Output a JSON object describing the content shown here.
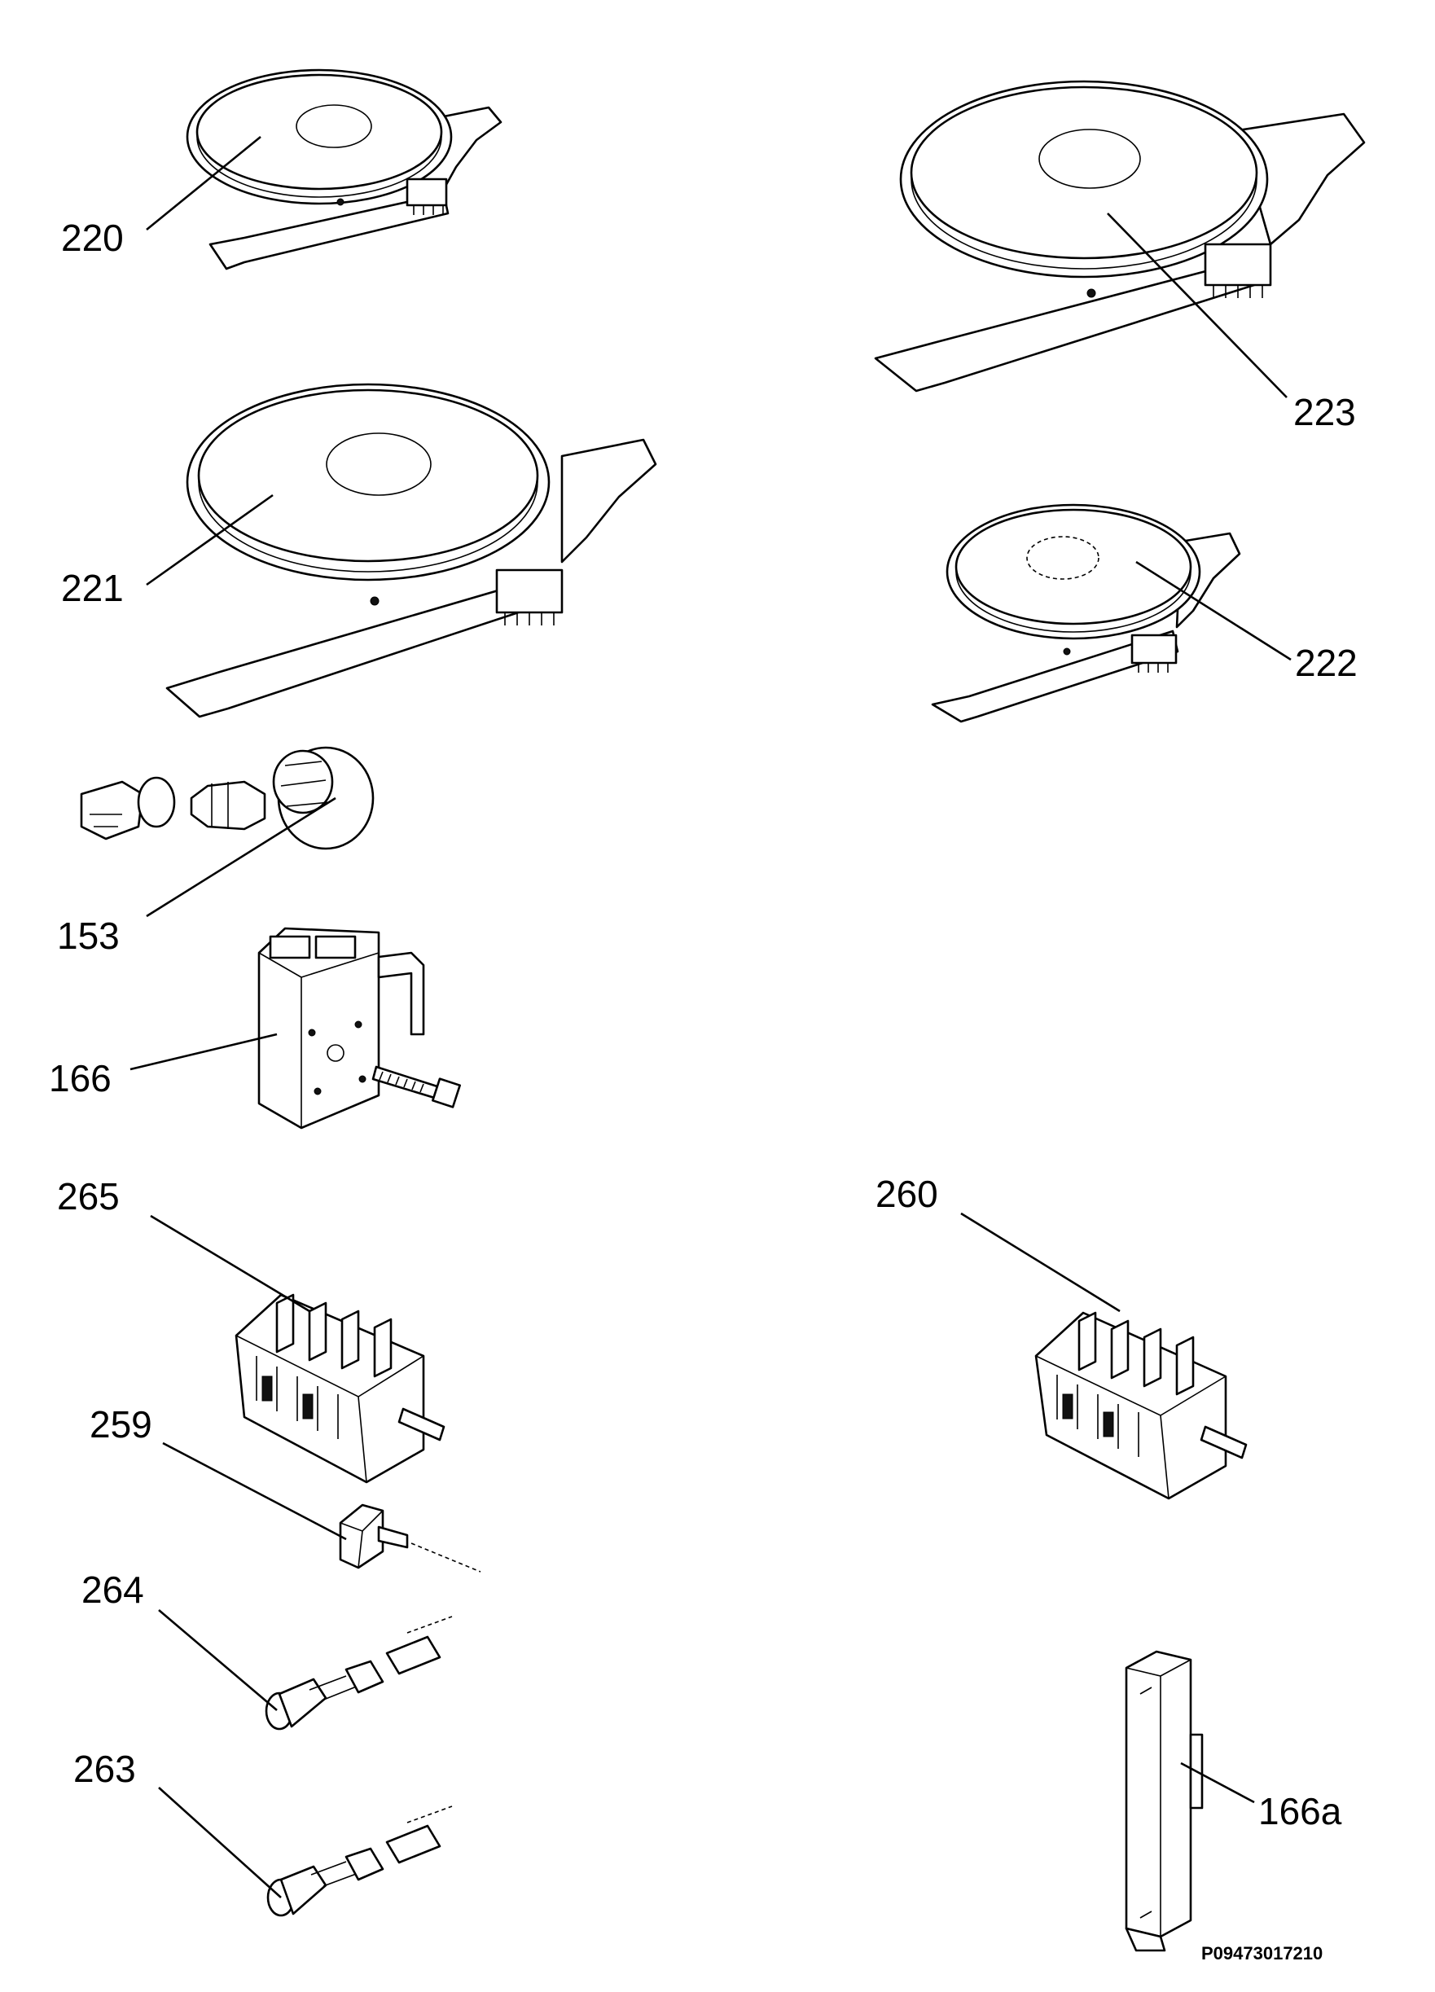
{
  "diagram": {
    "parts": [
      {
        "label": "220",
        "icon": "hotplate-small-icon"
      },
      {
        "label": "223",
        "icon": "hotplate-large-icon"
      },
      {
        "label": "221",
        "icon": "hotplate-large-icon"
      },
      {
        "label": "222",
        "icon": "hotplate-small-icon"
      },
      {
        "label": "153",
        "icon": "control-knob-assembly-icon"
      },
      {
        "label": "166",
        "icon": "terminal-block-icon"
      },
      {
        "label": "265",
        "icon": "rotary-switch-icon"
      },
      {
        "label": "260",
        "icon": "rotary-switch-icon"
      },
      {
        "label": "259",
        "icon": "small-switch-icon"
      },
      {
        "label": "264",
        "icon": "indicator-lamp-icon"
      },
      {
        "label": "263",
        "icon": "indicator-lamp-icon"
      },
      {
        "label": "166a",
        "icon": "terminal-bracket-icon"
      }
    ],
    "doc_number": "P09473017210"
  }
}
